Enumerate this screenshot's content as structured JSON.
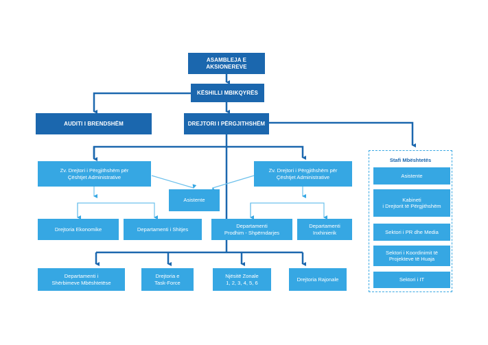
{
  "colors": {
    "primary": "#1b67ae",
    "secondary": "#36a7e3",
    "connector_light": "#6cc0ec"
  },
  "nodes": {
    "asambleja": "ASAMBLEJA E\nAKSIONEREVE",
    "keshilli": "KËSHILLI MBIKQYRËS",
    "auditi": "AUDITI I BRENDSHËM",
    "drejtori": "DREJTORI I PËRGJITHSHËM",
    "zv_left": "Zv. Drejtori i Përgjithshëm për\nÇështjet Administrative",
    "zv_right": "Zv. Drejtori i Përgjithshëm për\nÇështjet Administrative",
    "asistente_center": "Asistente",
    "ekonomike": "Drejtoria Ekonomike",
    "shitjes": "Departamenti i Shitjes",
    "prodhim": "Departamenti\nProdhim - Shpërndarjes",
    "inxhinierik": "Departamenti\nInxhinierik",
    "sherbimeve": "Departamenti i\nShërbimeve Mbështetëse",
    "taskforce": "Drejtoria e\nTask-Force",
    "zonale": "Njësitë Zonale\n1, 2, 3, 4, 5, 6",
    "rajonale": "Drejtoria Rajonale"
  },
  "support_staff": {
    "title": "Stafi Mbështetës",
    "items": [
      "Asistente",
      "Kabineti\ni Drejtorit të Përgjithshëm",
      "Sektori i PR dhe Media",
      "Sektori i Koordinimit të\nProjekteve të Huaja",
      "Sektori i IT"
    ]
  }
}
